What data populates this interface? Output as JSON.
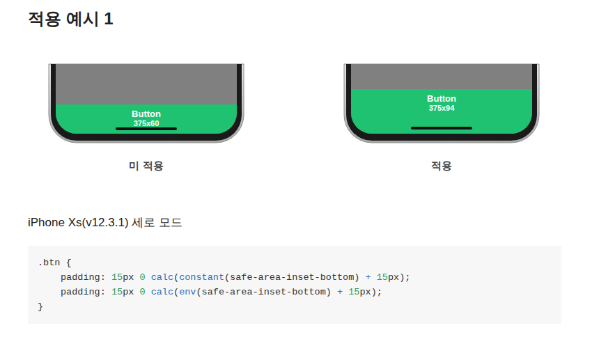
{
  "diagram": {
    "title": "적용 예시 1",
    "nodes": [
      {
        "text": [
          "미 적용"
        ]
      },
      {
        "text": [
          "Button",
          "375x60"
        ],
        "in": 0
      },
      {
        "text": [
          "적용"
        ]
      },
      {
        "text": [
          "Button",
          "375x94"
        ],
        "in": 2
      },
      {
        "text": [
          ".btn {",
          "padding: 15px 0 calc(constant(safe-area-inset-bottom) + 15px);",
          "padding: 15px 0 calc(env(safe-area-inset-bottom) + 15px);",
          "}"
        ]
      }
    ],
    "labels": [
      "iPhone Xs(v12.3.1) 세로 모드"
    ]
  }
}
